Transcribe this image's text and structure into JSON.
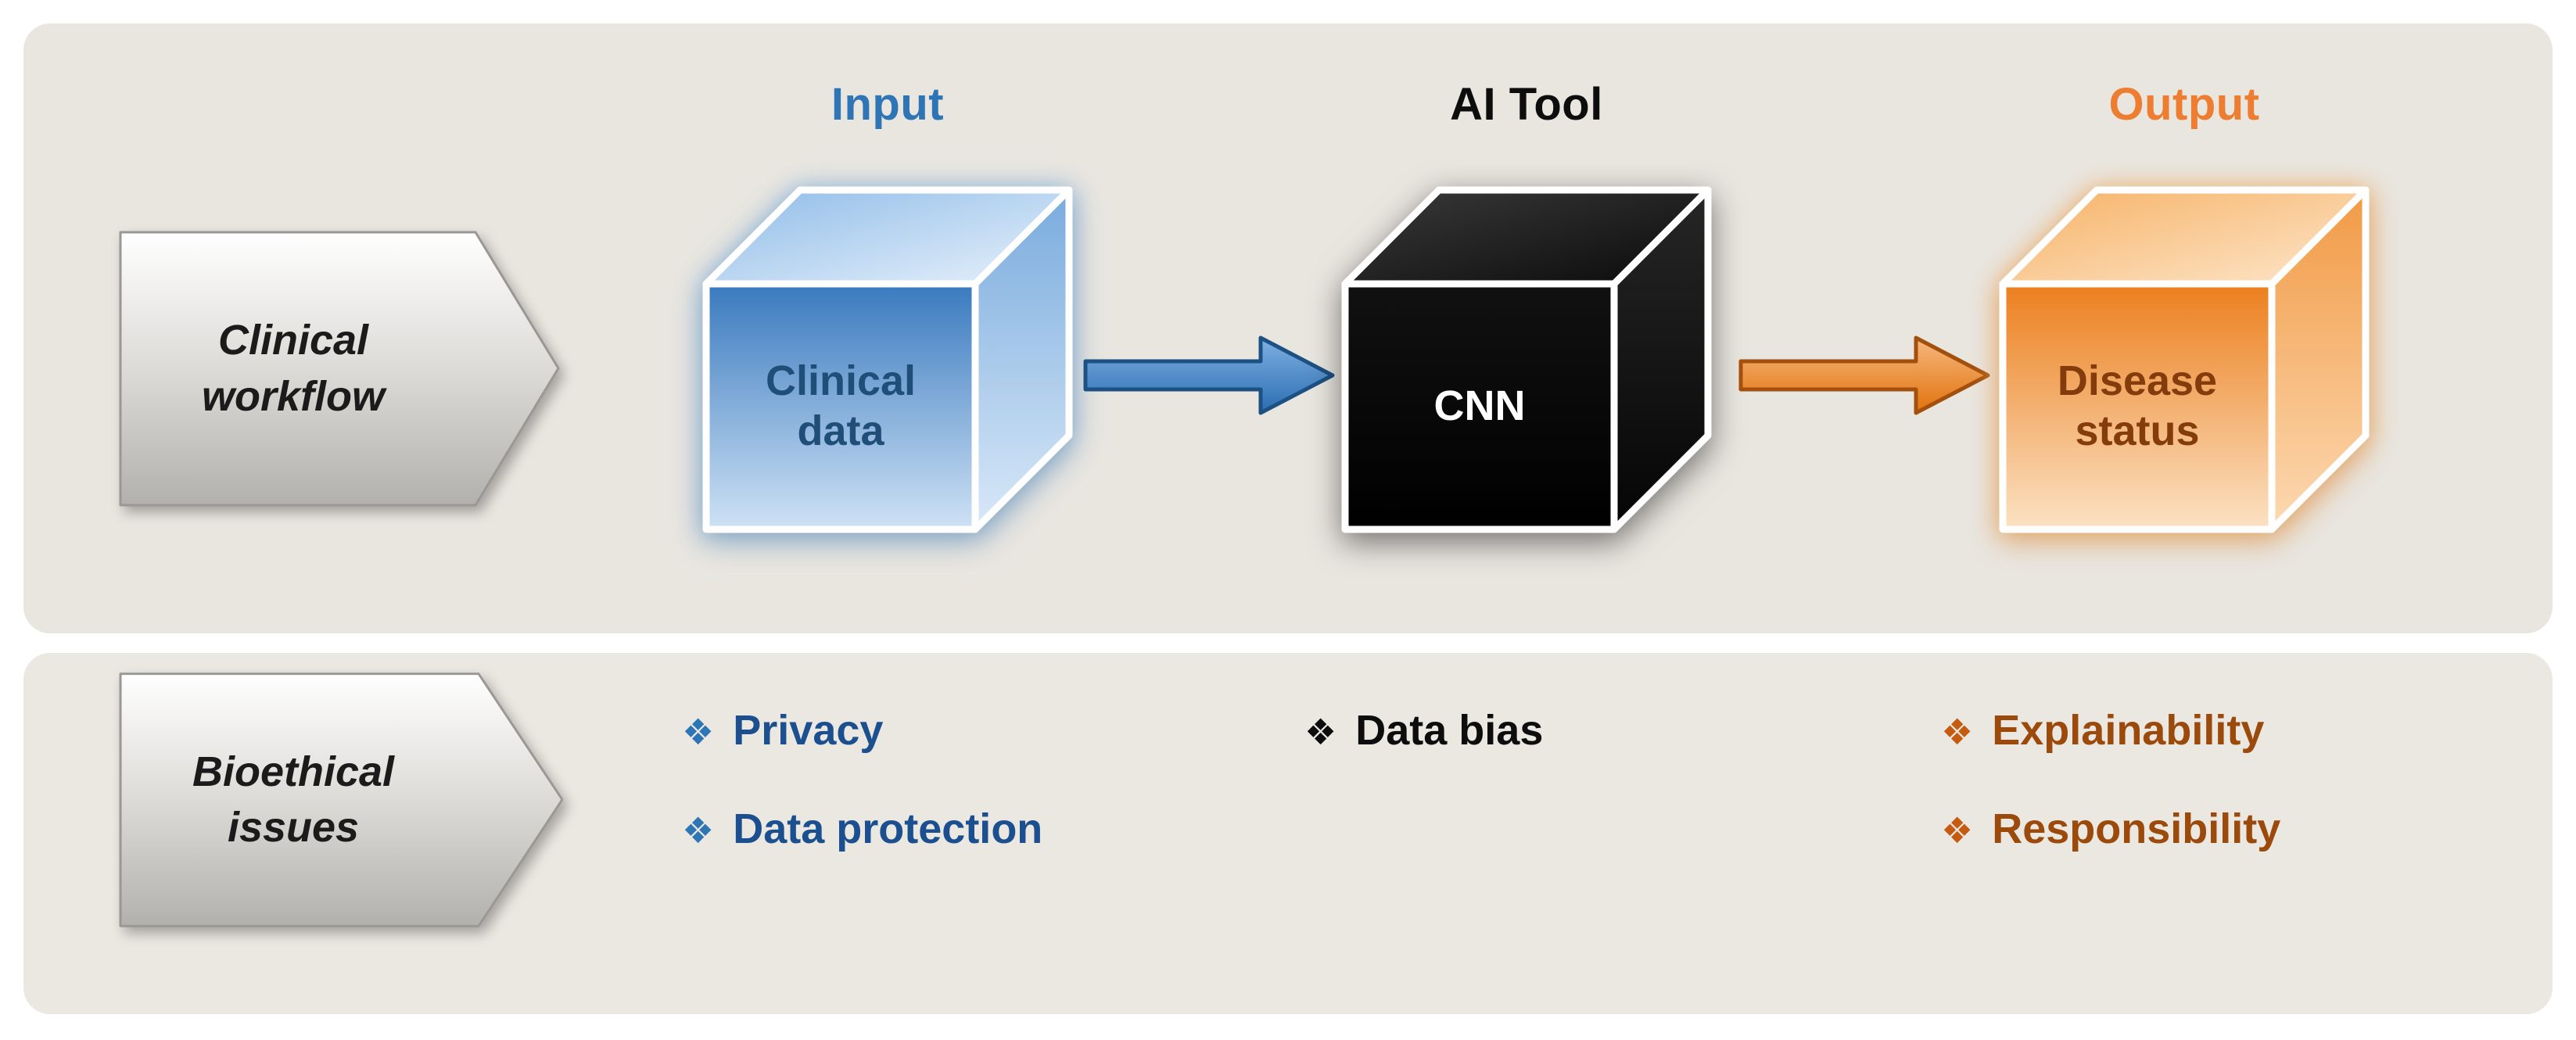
{
  "colors": {
    "band-top-bg": "#e9e6e0",
    "band-bottom-bg": "#ebe8e2",
    "blue-accent": "#2E75B6",
    "blue-dark": "#1F4E79",
    "blue-text": "#1C4F8F",
    "orange-accent": "#ED7D31",
    "orange-text": "#9C4A0B",
    "orange-cube-label": "#843C0C",
    "black": "#0D0D0D",
    "tag-text": "#1B1B1B"
  },
  "workflow": {
    "tag": {
      "line1": "Clinical",
      "line2": "workflow"
    },
    "stages": [
      {
        "header": "Input",
        "cube_label": "Clinical data"
      },
      {
        "header": "AI Tool",
        "cube_label": "CNN"
      },
      {
        "header": "Output",
        "cube_label": "Disease status"
      }
    ]
  },
  "bioethics": {
    "tag": {
      "line1": "Bioethical",
      "line2": "issues"
    },
    "bullet_char": "❖",
    "items": [
      {
        "label": "Privacy"
      },
      {
        "label": "Data protection"
      },
      {
        "label": "Data bias"
      },
      {
        "label": "Explainability"
      },
      {
        "label": "Responsibility"
      }
    ]
  }
}
